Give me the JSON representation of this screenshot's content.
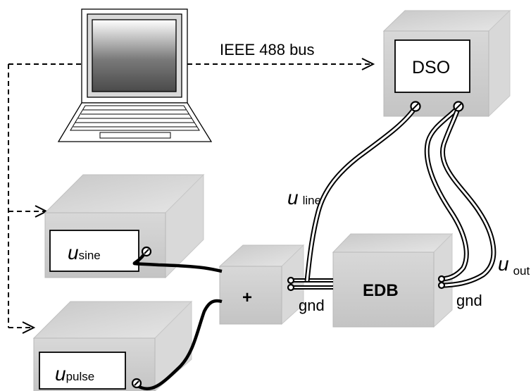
{
  "diagram": {
    "bus_label": "IEEE 488 bus",
    "dso_label": "DSO",
    "adder_label": "+",
    "edb_label": "EDB",
    "gnd_left": "gnd",
    "gnd_right": "gnd",
    "u_line": {
      "symbol": "u",
      "subscript": "line"
    },
    "u_out": {
      "symbol": "u",
      "subscript": "out"
    },
    "u_sine": {
      "symbol": "u",
      "subscript": "sine"
    },
    "u_pulse": {
      "symbol": "u",
      "subscript": "pulse"
    }
  },
  "colors": {
    "box_front": "#cfcfcf",
    "box_top": "#dedede",
    "box_side": "#bdbdbd",
    "panel": "#ffffff",
    "stroke": "#000000"
  },
  "icons": [
    "laptop-icon",
    "sine-generator",
    "pulse-generator",
    "adder-box",
    "edb-box",
    "dso-box"
  ]
}
